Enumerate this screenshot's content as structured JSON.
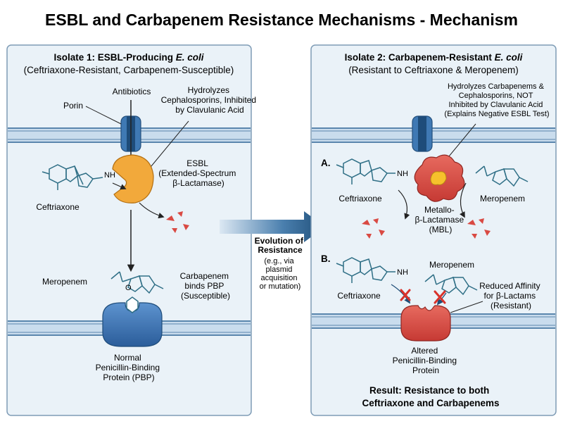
{
  "title": "ESBL and Carbapenem Resistance Mechanisms - Mechanism",
  "left": {
    "heading_prefix": "Isolate 1: ESBL-Producing ",
    "heading_species": "E. coli",
    "subheading": "(Ceftriaxone-Resistant, Carbapenem-Susceptible)",
    "antibiotics": "Antibiotics",
    "porin": "Porin",
    "hydrolyzes": [
      "Hydrolyzes",
      "Cephalosporins, Inhibited",
      "by Clavulanic Acid"
    ],
    "esbl": [
      "ESBL",
      "(Extended-Spectrum",
      "β-Lactamase)"
    ],
    "ceftriaxone": "Ceftriaxone",
    "meropenem": "Meropenem",
    "carbapenem_binds": [
      "Carbapenem",
      "binds PBP",
      "(Susceptible)"
    ],
    "pbp": [
      "Normal",
      "Penicillin-Binding",
      "Protein (PBP)"
    ]
  },
  "middle": {
    "label": [
      "Evolution of",
      "Resistance"
    ],
    "detail": [
      "(e.g., via",
      "plasmid",
      "acquisition",
      "or mutation)"
    ]
  },
  "right": {
    "heading_prefix": "Isolate 2: Carbapenem-Resistant ",
    "heading_species": "E. coli",
    "subheading": "(Resistant to Ceftriaxone & Meropenem)",
    "hydrolyzes": [
      "Hydrolyzes Carbapenems &",
      "Cephalosporins, NOT",
      "Inhibited by Clavulanic Acid",
      "(Explains Negative ESBL Test)"
    ],
    "marker_a": "A.",
    "marker_b": "B.",
    "ceftriaxone_a": "Ceftriaxone",
    "meropenem_a": "Meropenem",
    "mbl": [
      "Metallo-",
      "β-Lactamase",
      "(MBL)"
    ],
    "meropenem_b": "Meropenem",
    "ceftriaxone_b": "Ceftriaxone",
    "reduced": [
      "Reduced Affinity",
      "for β-Lactams",
      "(Resistant)"
    ],
    "altered": [
      "Altered",
      "Penicillin-Binding",
      "Protein"
    ],
    "result": [
      "Result: Resistance to both",
      "Ceftriaxone and Carbapenems"
    ]
  },
  "colors": {
    "panel_bg": "#eaf2f8",
    "panel_border": "#7f9cb6",
    "membrane": "#c9dced",
    "membrane_line": "#5a86ad",
    "esbl": "#f2a93b",
    "mbl": "#d94a43",
    "molecule": "#2f6f86",
    "pbp": "#3c73b5",
    "arrow": "#1f4e78"
  }
}
